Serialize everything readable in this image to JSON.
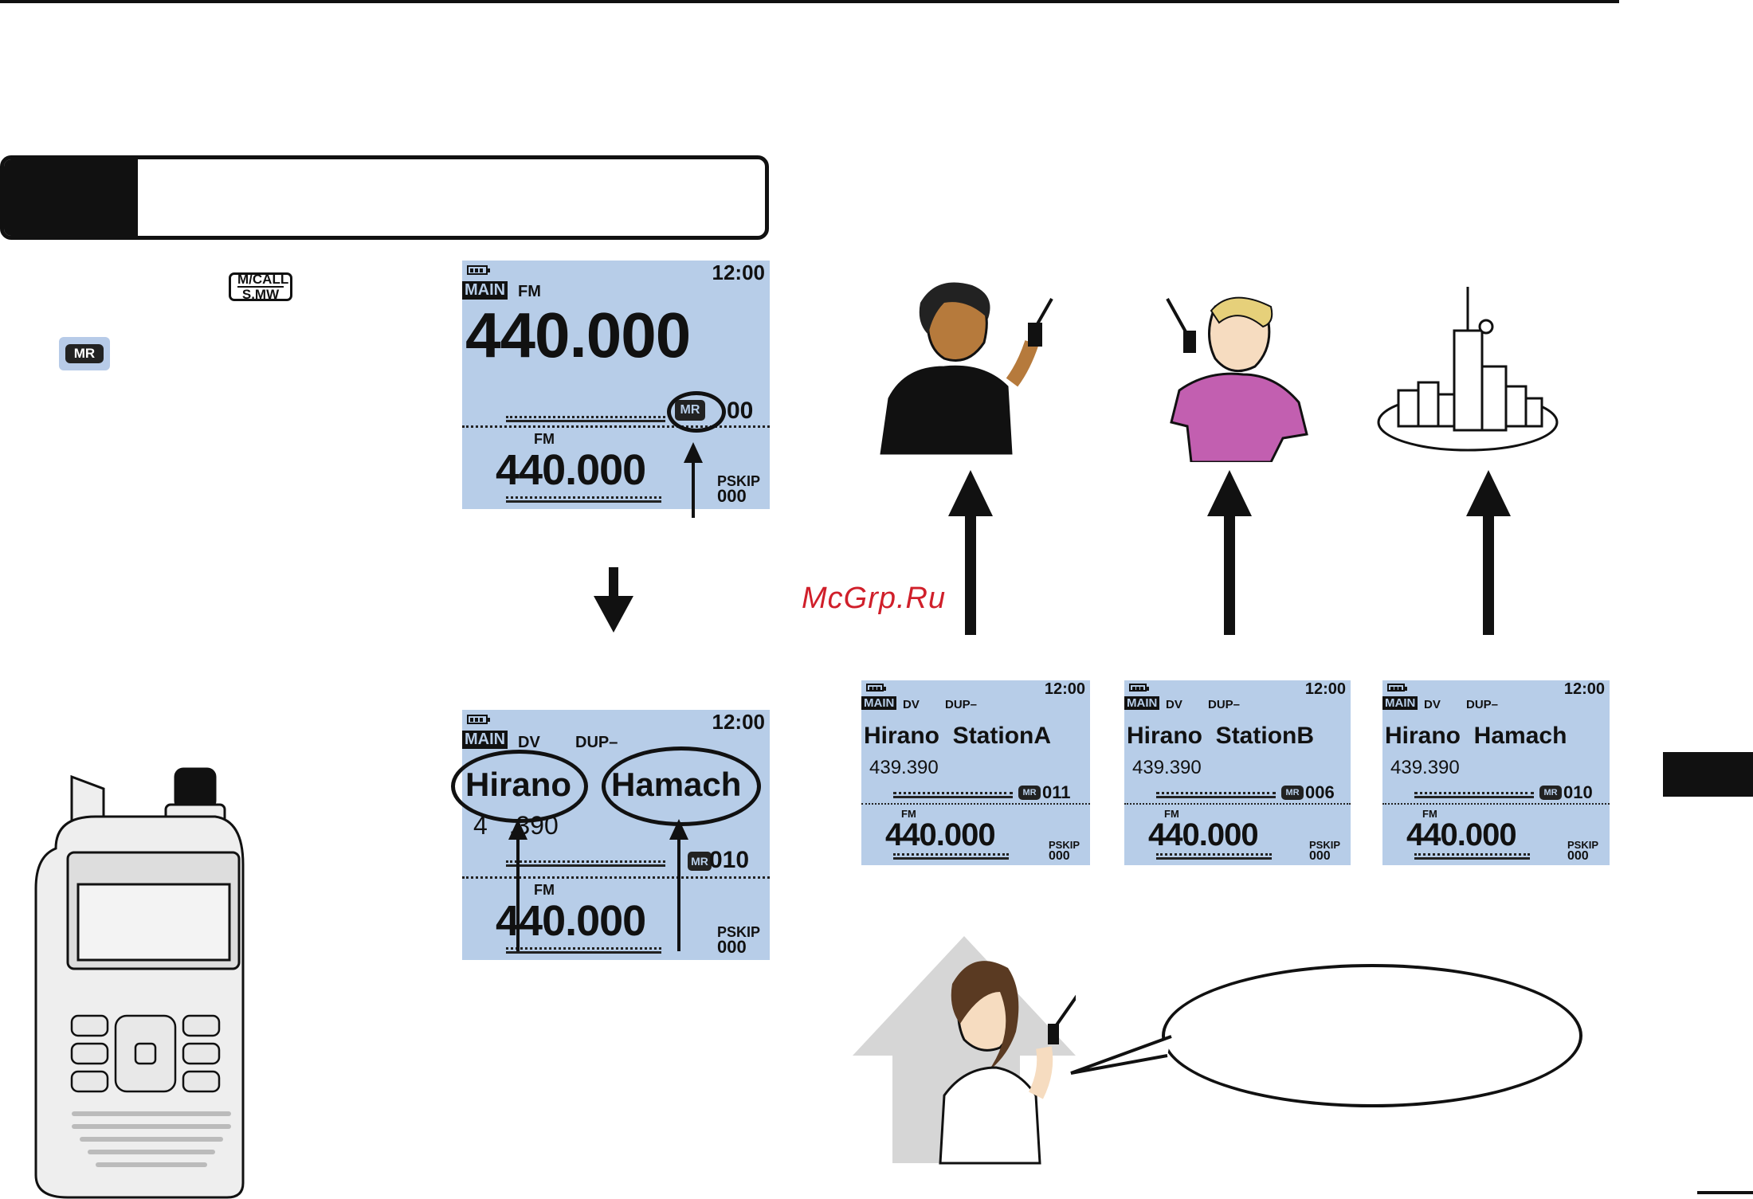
{
  "section_header": {
    "title": ""
  },
  "button": {
    "top": "M/CALL",
    "bottom": "S.MW"
  },
  "mr_label": "MR",
  "watermark": "McGrp.Ru",
  "screen_top": {
    "clock": "12:00",
    "band": "MAIN",
    "mode": "FM",
    "main_freq": "440.000",
    "mr": "MR",
    "channel": "00",
    "sub_mode": "FM",
    "sub_freq": "440.000",
    "pskip": "PSKIP",
    "pskip_num": "000"
  },
  "screen_bottom": {
    "clock": "12:00",
    "band": "MAIN",
    "mode": "DV",
    "dup": "DUP–",
    "name_left": "Hirano",
    "name_right": "Hamach",
    "freq_partial": "4   .390",
    "mr": "MR",
    "channel": "010",
    "sub_mode": "FM",
    "sub_freq": "440.000",
    "pskip": "PSKIP",
    "pskip_num": "000"
  },
  "screens_row": [
    {
      "clock": "12:00",
      "band": "MAIN",
      "mode": "DV",
      "dup": "DUP–",
      "name": "Hirano  StationA",
      "freq": "439.390",
      "mr": "MR",
      "channel": "011",
      "sub_mode": "FM",
      "sub_freq": "440.000",
      "pskip": "PSKIP",
      "pskip_num": "000"
    },
    {
      "clock": "12:00",
      "band": "MAIN",
      "mode": "DV",
      "dup": "DUP–",
      "name": "Hirano  StationB",
      "freq": "439.390",
      "mr": "MR",
      "channel": "006",
      "sub_mode": "FM",
      "sub_freq": "440.000",
      "pskip": "PSKIP",
      "pskip_num": "000"
    },
    {
      "clock": "12:00",
      "band": "MAIN",
      "mode": "DV",
      "dup": "DUP–",
      "name": "Hirano  Hamach",
      "freq": "439.390",
      "mr": "MR",
      "channel": "010",
      "sub_mode": "FM",
      "sub_freq": "440.000",
      "pskip": "PSKIP",
      "pskip_num": "000"
    }
  ],
  "illustrations": {
    "person_1": "man-with-radio-illustration",
    "person_2": "boy-with-radio-illustration",
    "city": "city-illustration",
    "woman": "woman-with-radio-illustration",
    "radio": "transceiver-illustration"
  }
}
